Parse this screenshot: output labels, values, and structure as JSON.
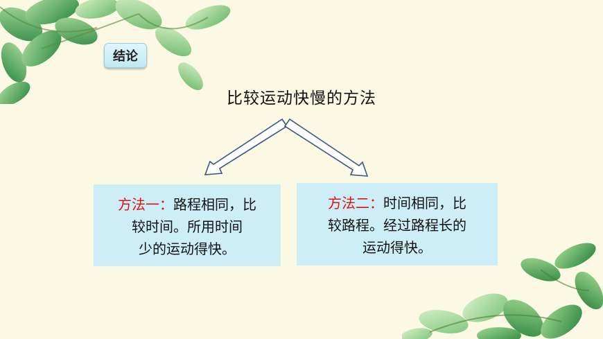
{
  "badge": {
    "label": "结论"
  },
  "title": "比较运动快慢的方法",
  "methods": [
    {
      "label": "方法一：",
      "line1": "路程相同，比",
      "line2": "较时间。所用时间",
      "line3": "少的运动得快。"
    },
    {
      "label": "方法二：",
      "line1": "时间相同，比",
      "line2": "较路程。经过路程长的",
      "line3": "运动得快。"
    }
  ],
  "colors": {
    "background": "#fbf8e4",
    "box_fill": "#cdeef6",
    "label_red": "#e01010",
    "leaf_green": "#3f9a4e"
  },
  "decorations": {
    "top_left": "leaves-icon",
    "bottom_right": "leaves-icon"
  }
}
